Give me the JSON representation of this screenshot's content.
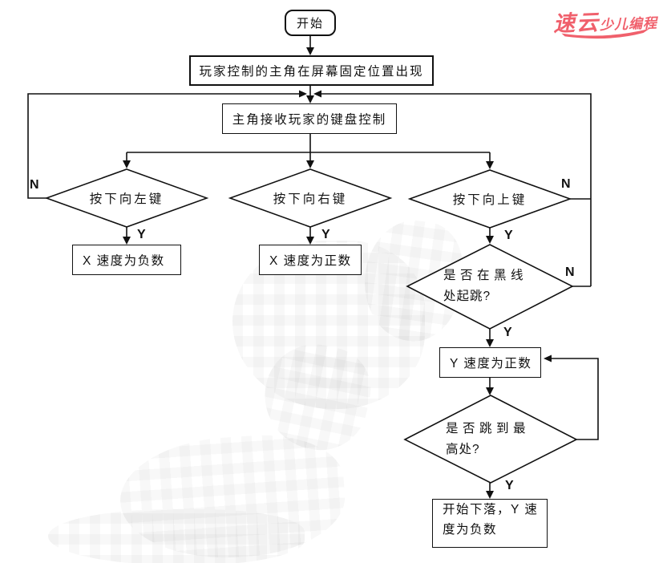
{
  "logo": {
    "part1": "速云",
    "part2": "少儿编程",
    "color": "#f0606c"
  },
  "colors": {
    "line": "#111111",
    "background": "#ffffff",
    "accent_red": "#f0606c"
  },
  "flowchart": {
    "start": "开始",
    "nodes": {
      "appear": "玩家控制的主角在屏幕固定位置出现",
      "keyboard": "主角接收玩家的键盘控制",
      "left_key": "按下向左键",
      "right_key": "按下向右键",
      "up_key": "按下向上键",
      "x_negative": "X 速度为负数",
      "x_positive": "X 速度为正数",
      "black_line_q_line1": "是否在黑线",
      "black_line_q_line2": "处起跳?",
      "y_positive": "Y 速度为正数",
      "highest_q_line1": "是否跳到最",
      "highest_q_line2": "高处?",
      "fall_line1": "开始下落，Y 速",
      "fall_line2": "度为负数"
    },
    "labels": {
      "yes": "Y",
      "no": "N"
    }
  }
}
